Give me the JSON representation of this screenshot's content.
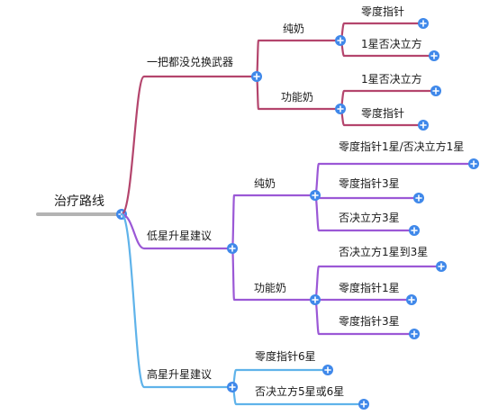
{
  "colors": {
    "root_line": "#b3b3b3",
    "expand_button": "#3f88ea",
    "branch_1": "#b4456d",
    "branch_2": "#9b58d6",
    "branch_3": "#5fb3ea"
  },
  "icons": {
    "expand": "plus-circle-icon"
  },
  "mindmap": {
    "root": "治疗路线",
    "branches": [
      {
        "label": "一把都没兑换武器",
        "children": [
          {
            "label": "纯奶",
            "items": [
              "零度指针",
              "1星否决立方"
            ]
          },
          {
            "label": "功能奶",
            "items": [
              "1星否决立方",
              "零度指针"
            ]
          }
        ]
      },
      {
        "label": "低星升星建议",
        "children": [
          {
            "label": "纯奶",
            "items": [
              "零度指针1星/否决立方1星",
              "零度指针3星",
              "否决立方3星"
            ]
          },
          {
            "label": "功能奶",
            "items": [
              "否决立方1星到3星",
              "零度指针1星",
              "零度指针3星"
            ]
          }
        ]
      },
      {
        "label": "高星升星建议",
        "items": [
          "零度指针6星",
          "否决立方5星或6星"
        ]
      }
    ]
  }
}
